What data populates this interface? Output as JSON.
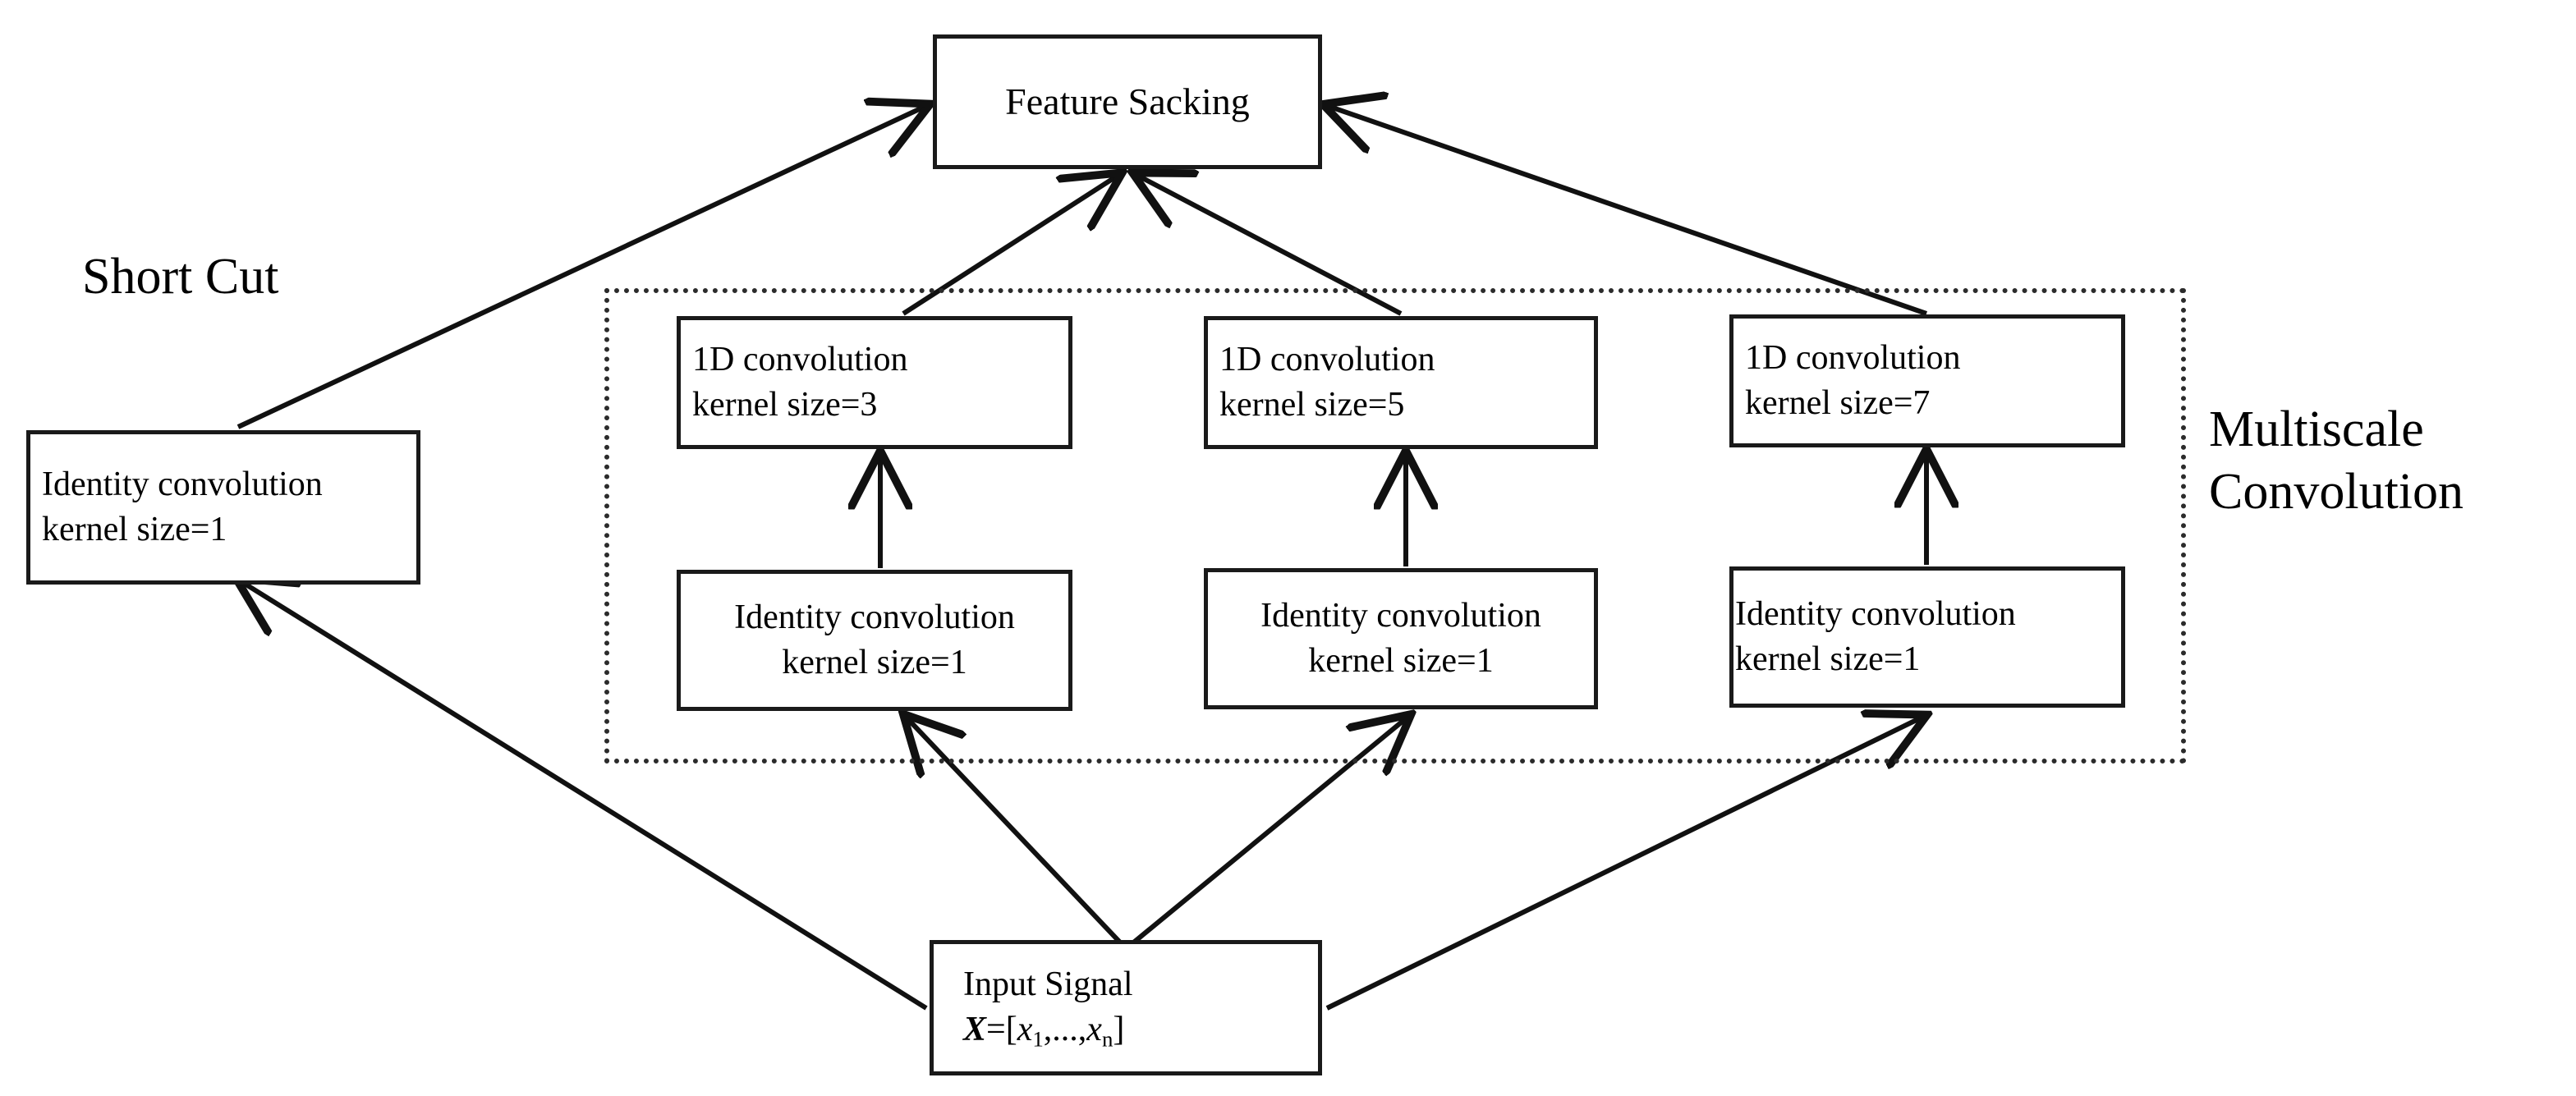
{
  "diagram": {
    "title_note": "Multiscale convolution block with shortcut connection",
    "background_color": "#ffffff",
    "stroke_color": "#1a1a1a",
    "labels": {
      "short_cut": "Short Cut",
      "multiscale_convolution": "Multiscale\nConvolution"
    },
    "nodes": {
      "feature_stacking": {
        "line1": "Feature Sacking"
      },
      "shortcut_identity": {
        "line1": "Identity convolution",
        "line2": "kernel size=1"
      },
      "conv_k3": {
        "line1": "1D convolution",
        "line2": "kernel size=3"
      },
      "conv_k5": {
        "line1": "1D convolution",
        "line2": "kernel size=5"
      },
      "conv_k7": {
        "line1": "1D convolution",
        "line2": "kernel size=7"
      },
      "identity_k1_a": {
        "line1": "Identity convolution",
        "line2": "kernel size=1"
      },
      "identity_k1_b": {
        "line1": "Identity convolution",
        "line2": "kernel size=1"
      },
      "identity_k1_c": {
        "line1": "Identity convolution",
        "line2": "kernel size=1"
      },
      "input_signal": {
        "line1": "Input Signal",
        "formula_var": "X",
        "formula_eq": "=[",
        "formula_x1": "x",
        "formula_sub1": "1",
        "formula_mid": ",...,",
        "formula_xn": "x",
        "formula_subn": "n",
        "formula_close": "]"
      }
    },
    "edges": [
      {
        "name": "input-to-shortcut",
        "from": "input_signal",
        "to": "shortcut_identity",
        "arrow": true
      },
      {
        "name": "input-to-identity-a",
        "from": "input_signal",
        "to": "identity_k1_a",
        "arrow": true
      },
      {
        "name": "input-to-identity-b",
        "from": "input_signal",
        "to": "identity_k1_b",
        "arrow": true
      },
      {
        "name": "input-to-identity-c",
        "from": "input_signal",
        "to": "identity_k1_c",
        "arrow": true
      },
      {
        "name": "identity-a-to-conv-k3",
        "from": "identity_k1_a",
        "to": "conv_k3",
        "arrow": true
      },
      {
        "name": "identity-b-to-conv-k5",
        "from": "identity_k1_b",
        "to": "conv_k5",
        "arrow": true
      },
      {
        "name": "identity-c-to-conv-k7",
        "from": "identity_k1_c",
        "to": "conv_k7",
        "arrow": true
      },
      {
        "name": "shortcut-to-feature-stacking",
        "from": "shortcut_identity",
        "to": "feature_stacking",
        "arrow": true
      },
      {
        "name": "conv-k3-to-feature-stacking",
        "from": "conv_k3",
        "to": "feature_stacking",
        "arrow": true
      },
      {
        "name": "conv-k5-to-feature-stacking",
        "from": "conv_k5",
        "to": "feature_stacking",
        "arrow": true
      },
      {
        "name": "conv-k7-to-feature-stacking",
        "from": "conv_k7",
        "to": "feature_stacking",
        "arrow": true
      }
    ]
  }
}
